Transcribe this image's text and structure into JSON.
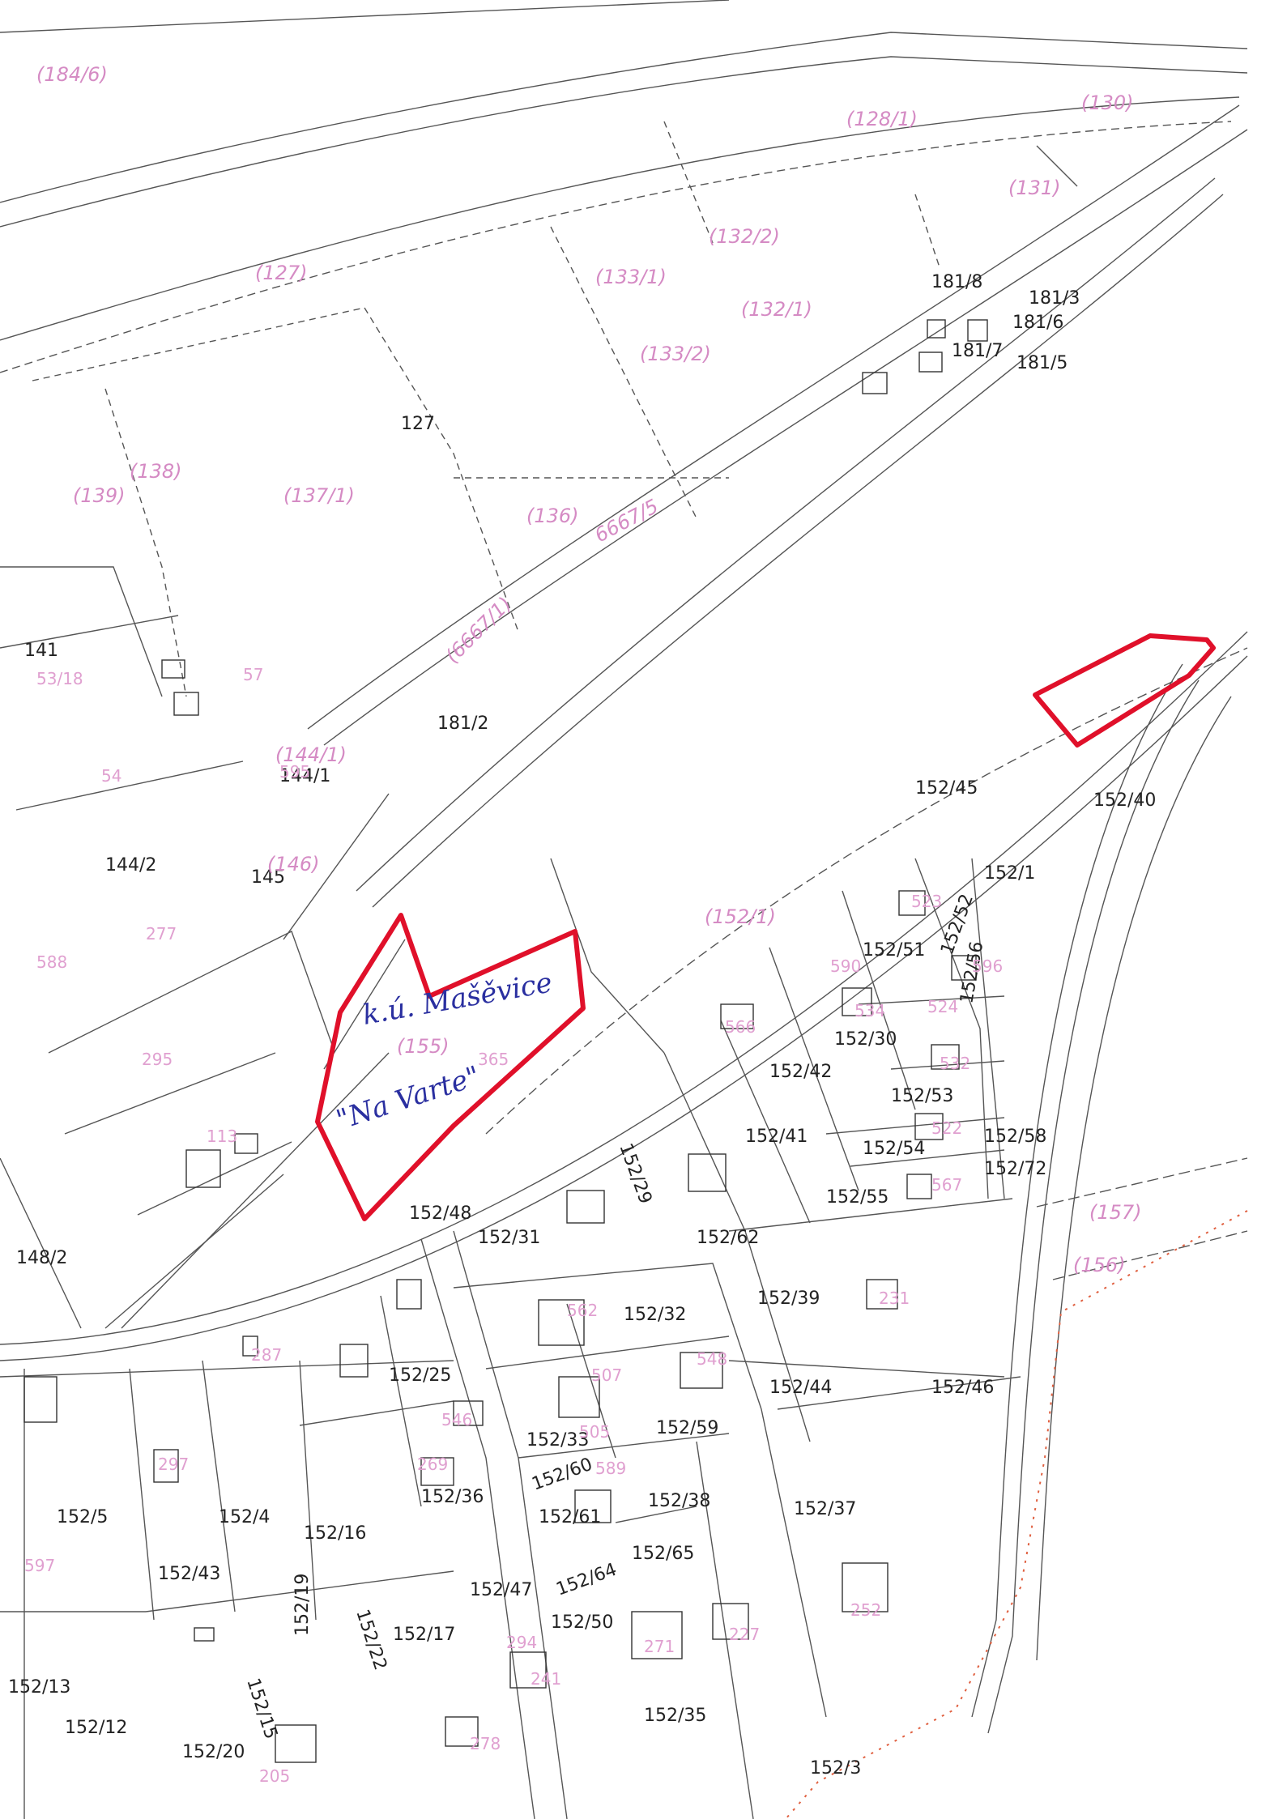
{
  "map": {
    "handwritten_note_line1": "k.ú. Mašěvice",
    "handwritten_note_line2": "\"Na Varte\"",
    "parcels_black": [
      "127",
      "181/2",
      "144/1",
      "145",
      "152/45",
      "152/40",
      "152/1",
      "152/51",
      "152/52",
      "152/56",
      "152/30",
      "152/42",
      "152/53",
      "152/58",
      "152/54",
      "152/72",
      "152/29",
      "152/41",
      "152/55",
      "152/48",
      "152/31",
      "152/62",
      "152/39",
      "152/32",
      "152/25",
      "152/33",
      "152/59",
      "152/44",
      "152/46",
      "152/60",
      "152/61",
      "152/38",
      "152/37",
      "152/5",
      "152/4",
      "152/16",
      "152/36",
      "152/43",
      "152/64",
      "152/65",
      "152/47",
      "152/17",
      "152/13",
      "152/15",
      "152/19",
      "152/22",
      "152/50",
      "152/12",
      "152/20",
      "152/35",
      "152/3",
      "148/2",
      "141",
      "144/2",
      "181/3",
      "181/6",
      "181/5",
      "181/8",
      "181/7"
    ],
    "parcels_pink": [
      "(184/6)",
      "(128/1)",
      "(130)",
      "(131)",
      "(132/2)",
      "(133/1)",
      "(132/1)",
      "(133/2)",
      "(127)",
      "(138)",
      "(139)",
      "(137/1)",
      "(136)",
      "(144/1)",
      "(146)",
      "(152/1)",
      "(155)",
      "(157)",
      "(156)",
      "6667/5",
      "(6667/1)"
    ],
    "building_numbers": [
      "53/18",
      "54",
      "57",
      "277",
      "588",
      "295",
      "113",
      "365",
      "523",
      "596",
      "524",
      "590",
      "534",
      "566",
      "532",
      "522",
      "567",
      "252",
      "227",
      "505",
      "507",
      "548",
      "546",
      "269",
      "287",
      "597",
      "297",
      "562",
      "589",
      "294",
      "271",
      "205",
      "241",
      "278",
      "595",
      "231"
    ],
    "colors": {
      "highlight": "#e0102a",
      "lines": "#555555",
      "pink_labels": "#d58bc4",
      "boundary_orange": "#e06040",
      "handwriting": "#2a2fa0"
    }
  }
}
